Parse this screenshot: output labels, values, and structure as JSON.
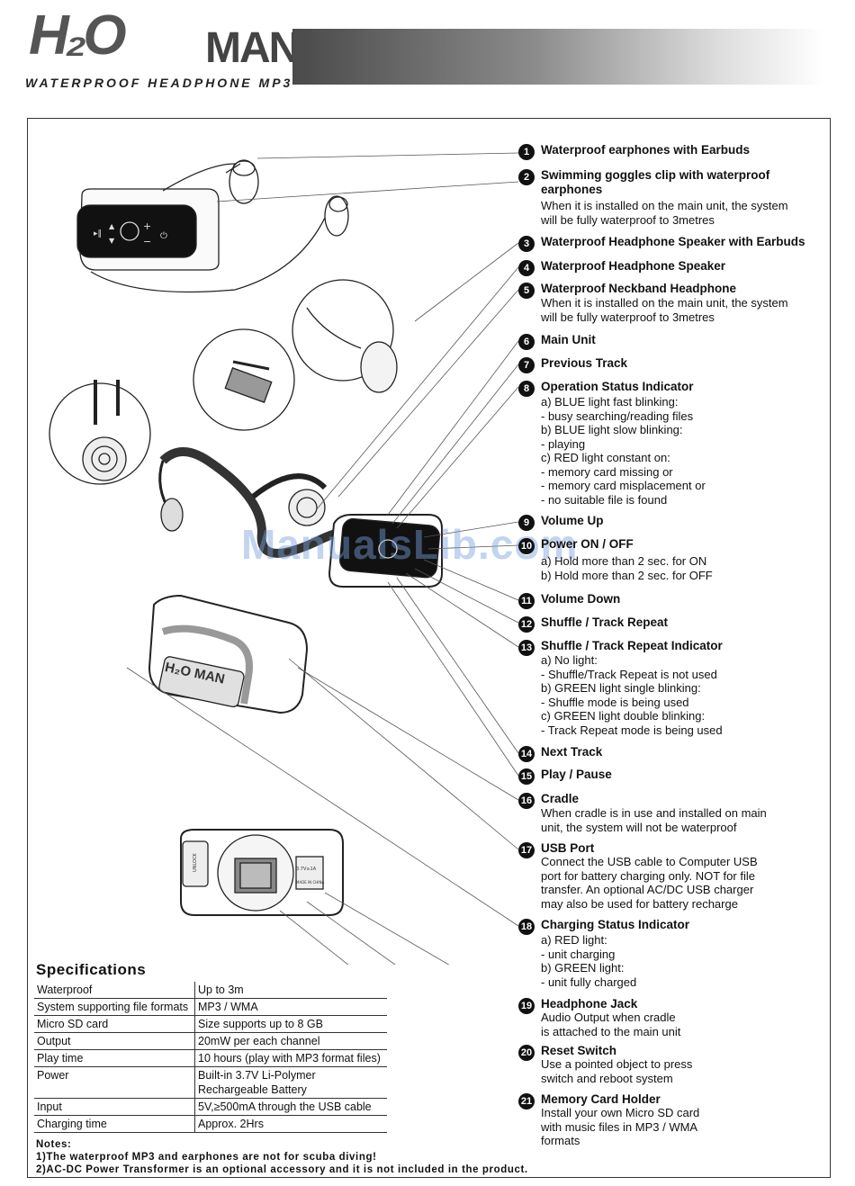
{
  "header": {
    "logo_main": "H₂O",
    "logo_man": "MAN",
    "subtitle": "WATERPROOF HEADPHONE MP3"
  },
  "watermark": "ManualsLib.com",
  "features": [
    {
      "n": "1",
      "title": "Waterproof earphones with Earbuds",
      "body": ""
    },
    {
      "n": "2",
      "title": "Swimming goggles clip with waterproof earphones",
      "body": "When it is installed on the main unit, the system\nwill be fully waterproof to 3metres"
    },
    {
      "n": "3",
      "title": "Waterproof Headphone Speaker  with Earbuds",
      "body": ""
    },
    {
      "n": "4",
      "title": "Waterproof Headphone Speaker",
      "body": ""
    },
    {
      "n": "5",
      "title": "Waterproof Neckband Headphone",
      "body": "When it is installed on the main unit, the system\nwill be fully waterproof to 3metres"
    },
    {
      "n": "6",
      "title": "Main Unit",
      "body": ""
    },
    {
      "n": "7",
      "title": "Previous Track",
      "body": ""
    },
    {
      "n": "8",
      "title": "Operation Status Indicator",
      "body": "a) BLUE light fast blinking:\n    - busy searching/reading files\nb) BLUE light slow blinking:\n    - playing\nc)  RED light constant on:\n    - memory card missing or\n    - memory card misplacement or\n    - no suitable file is found"
    },
    {
      "n": "9",
      "title": "Volume  Up",
      "body": ""
    },
    {
      "n": "10",
      "title": "Power  ON / OFF",
      "body": "a) Hold more than 2 sec. for ON\nb) Hold more than 2 sec. for OFF"
    },
    {
      "n": "11",
      "title": "Volume  Down",
      "body": ""
    },
    {
      "n": "12",
      "title": "Shuffle / Track Repeat",
      "body": ""
    },
    {
      "n": "13",
      "title": "Shuffle / Track  Repeat  Indicator",
      "body": "a) No light:\n   - Shuffle/Track Repeat is not used\nb) GREEN light single blinking:\n   - Shuffle mode is being used\nc) GREEN light double blinking:\n   - Track Repeat mode is being used"
    },
    {
      "n": "14",
      "title": "Next Track",
      "body": ""
    },
    {
      "n": "15",
      "title": "Play / Pause",
      "body": ""
    },
    {
      "n": "16",
      "title": "Cradle",
      "body": "When cradle is in use and installed on main\nunit, the system will not be waterproof"
    },
    {
      "n": "17",
      "title": "USB Port",
      "body": "Connect the USB cable to Computer USB\nport for battery charging only. NOT for file\ntransfer. An optional AC/DC USB charger\nmay also be used for battery recharge"
    },
    {
      "n": "18",
      "title": "Charging Status Indicator",
      "body": "a) RED light:\n    - unit charging\nb) GREEN light:\n    - unit fully charged"
    },
    {
      "n": "19",
      "title": "Headphone Jack",
      "body": "Audio Output when cradle\nis attached to the main unit"
    },
    {
      "n": "20",
      "title": "Reset Switch",
      "body": "Use a pointed object to press\nswitch and reboot system"
    },
    {
      "n": "21",
      "title": "Memory Card Holder",
      "body": "Install your own Micro SD card\nwith music files in MP3 / WMA\nformats"
    }
  ],
  "specifications": {
    "title": "Specifications",
    "rows": [
      {
        "k": "Waterproof",
        "v": "Up to 3m"
      },
      {
        "k": "System supporting file formats",
        "v": "MP3 / WMA"
      },
      {
        "k": "Micro SD card",
        "v": "Size supports up to 8 GB"
      },
      {
        "k": "Output",
        "v": "20mW per each channel"
      },
      {
        "k": "Play time",
        "v": "10 hours (play with MP3 format files)"
      },
      {
        "k": "Power",
        "v": "Built-in 3.7V Li-Polymer\nRechargeable Battery"
      },
      {
        "k": "Input",
        "v": "5V,≥500mA through the USB cable"
      },
      {
        "k": "Charging time",
        "v": "Approx. 2Hrs"
      }
    ]
  },
  "notes": {
    "title": "Notes:",
    "lines": [
      "1)The waterproof MP3 and earphones are not for scuba diving!",
      "2)AC-DC Power Transformer is an optional accessory and it is not included in the product."
    ]
  },
  "device_labels": {
    "unit_logo": "H₂O MAN",
    "back_small_1": "3.7V≥1A",
    "back_small_2": "MADE IN CHINA",
    "unlock": "UNLOCK"
  }
}
